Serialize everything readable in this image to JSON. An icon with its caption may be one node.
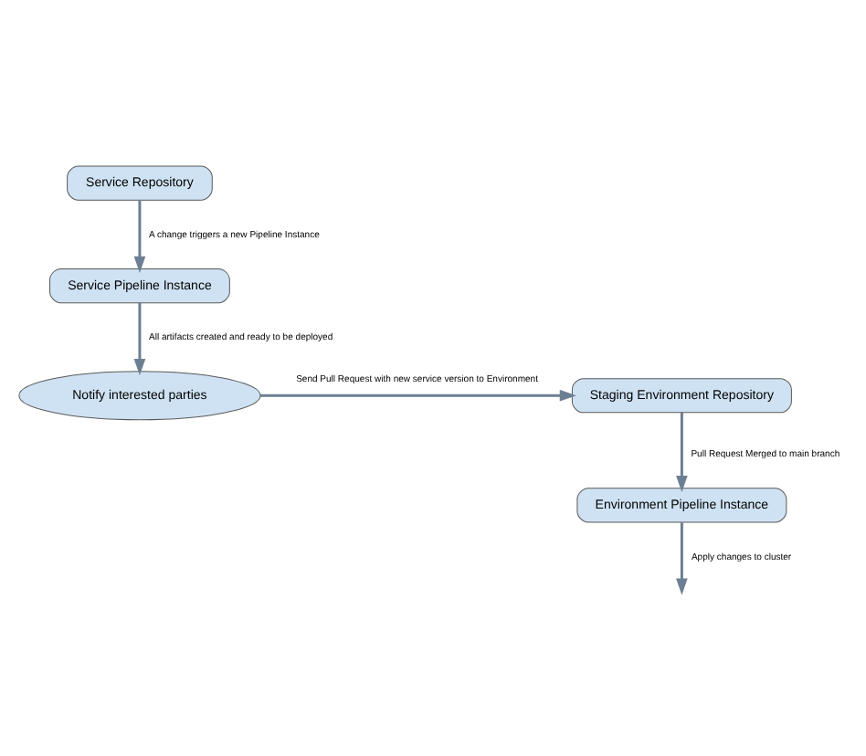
{
  "diagram": {
    "nodes": [
      {
        "text": [
          "Service Repository"
        ]
      },
      {
        "text": [
          "Service Pipeline Instance"
        ]
      },
      {
        "text": [
          "Notify interested parties"
        ]
      },
      {
        "text": [
          "Staging Environment Repository"
        ]
      },
      {
        "text": [
          "Environment Pipeline Instance"
        ]
      }
    ],
    "edges": [
      {
        "from": 0,
        "to": 1,
        "arrow": "to",
        "label": "A change triggers a new Pipeline Instance"
      },
      {
        "from": 1,
        "to": 2,
        "arrow": "to",
        "label": "All artifacts created and ready to be deployed"
      },
      {
        "from": 2,
        "to": 3,
        "arrow": "to",
        "label": "Send Pull Request with new service version to Environment"
      },
      {
        "from": 3,
        "to": 4,
        "arrow": "to",
        "label": "Pull Request Merged to main branch"
      },
      {
        "from": 4,
        "to": null,
        "arrow": "to",
        "label": "Apply changes to cluster"
      }
    ]
  }
}
